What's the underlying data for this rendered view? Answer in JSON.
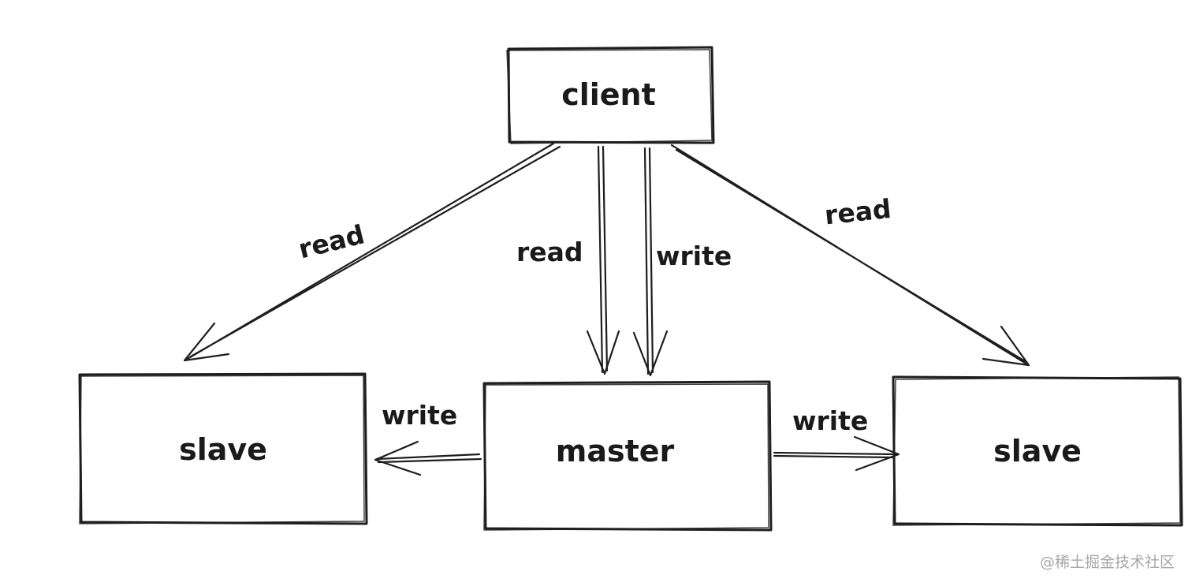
{
  "nodes": {
    "client": "client",
    "master": "master",
    "slave_left": "slave",
    "slave_right": "slave"
  },
  "edges": {
    "client_to_left_slave": "read",
    "client_to_master_read": "read",
    "client_to_master_write": "write",
    "client_to_right_slave": "read",
    "master_to_left_slave": "write",
    "master_to_right_slave": "write"
  },
  "watermark": "@稀土掘金技术社区"
}
